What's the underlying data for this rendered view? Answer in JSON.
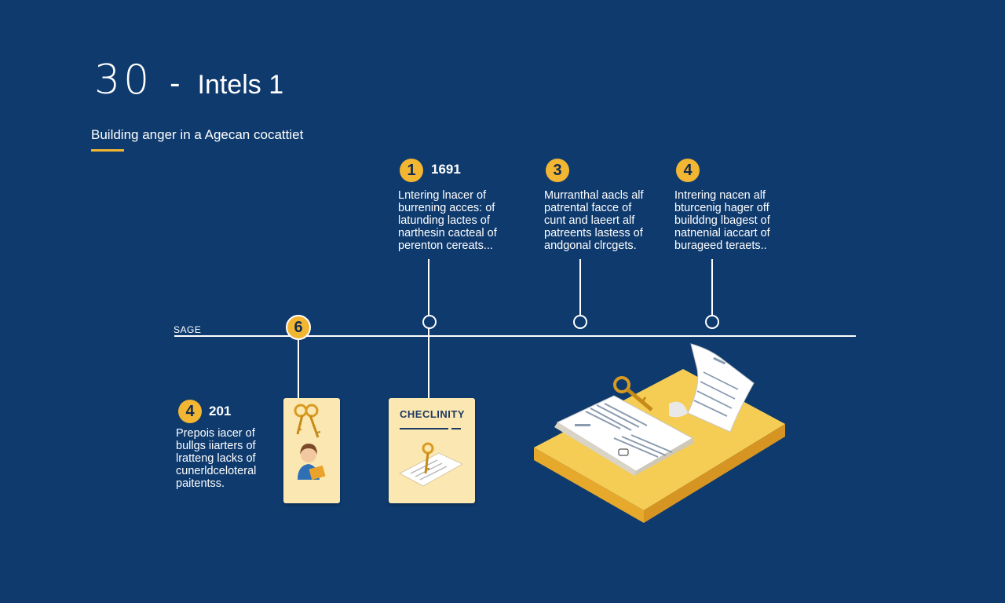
{
  "header": {
    "number": "30",
    "dash": "-",
    "title": "Intels 1",
    "subtitle": "Building anger in a Agecan cocattiet"
  },
  "timeline": {
    "axis_label": "SAGE",
    "top_events": [
      {
        "badge": "1",
        "year": "1691",
        "text": "Lntering lnacer of\nburrening acces: of\nlatunding lactes of\nnarthesin cacteal of\nperenton cereats..."
      },
      {
        "badge": "3",
        "year": "",
        "text": "Murranthal aacls alf\npatrental facce of\ncunt and laeert alf\npatreents lastess of\nandgonal clrcgets."
      },
      {
        "badge": "4",
        "year": "",
        "text": "Intrering nacen alf\nbturcenig hager off\nbuilddng lbagest of\nnatnenial iaccart of\nburageed teraets.."
      }
    ],
    "axis_badge": "6",
    "bottom_event": {
      "badge": "4",
      "year": "201",
      "text": "Prepois iacer of\nbullgs iiarters of\nlratteng lacks of\ncunerldceloteral\npaitentss."
    },
    "checklist_card": {
      "title": "CHECLINITY"
    }
  },
  "colors": {
    "background": "#0e3a6e",
    "accent": "#f2b632",
    "card": "#fbe7b1",
    "line": "#ffffff"
  },
  "icons": [
    "key-icon",
    "person-laptop-icon",
    "document-key-icon",
    "open-book-icon",
    "paper-scroll-icon"
  ]
}
